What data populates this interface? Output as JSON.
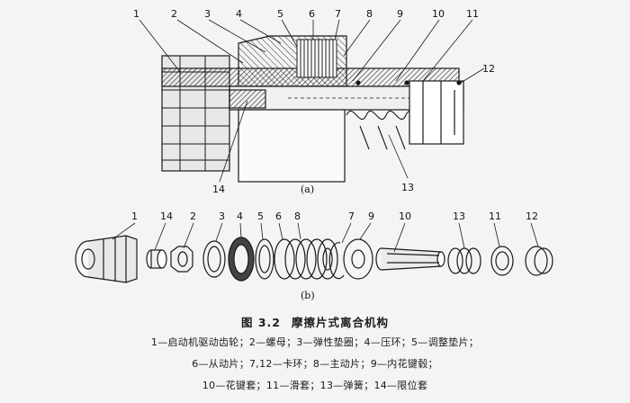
{
  "figure": {
    "number": "图 3.2",
    "title": "摩擦片式离合机构",
    "sublabel_a": "(a)",
    "sublabel_b": "(b)"
  },
  "callouts_a": [
    "1",
    "2",
    "3",
    "4",
    "5",
    "6",
    "7",
    "8",
    "9",
    "10",
    "11",
    "12",
    "13",
    "14"
  ],
  "callouts_b": [
    "1",
    "14",
    "2",
    "3",
    "4",
    "5",
    "6",
    "8",
    "7",
    "9",
    "10",
    "13",
    "11",
    "12"
  ],
  "legend": {
    "line1": "1—启动机驱动齿轮；2—螺母；3—弹性垫圈；4—压环；5—调整垫片；",
    "line2": "6—从动片；7,12—卡环；8—主动片；9—内花键毂；",
    "line3": "10—花键套；11—滑套；13—弹簧；14—限位套"
  }
}
